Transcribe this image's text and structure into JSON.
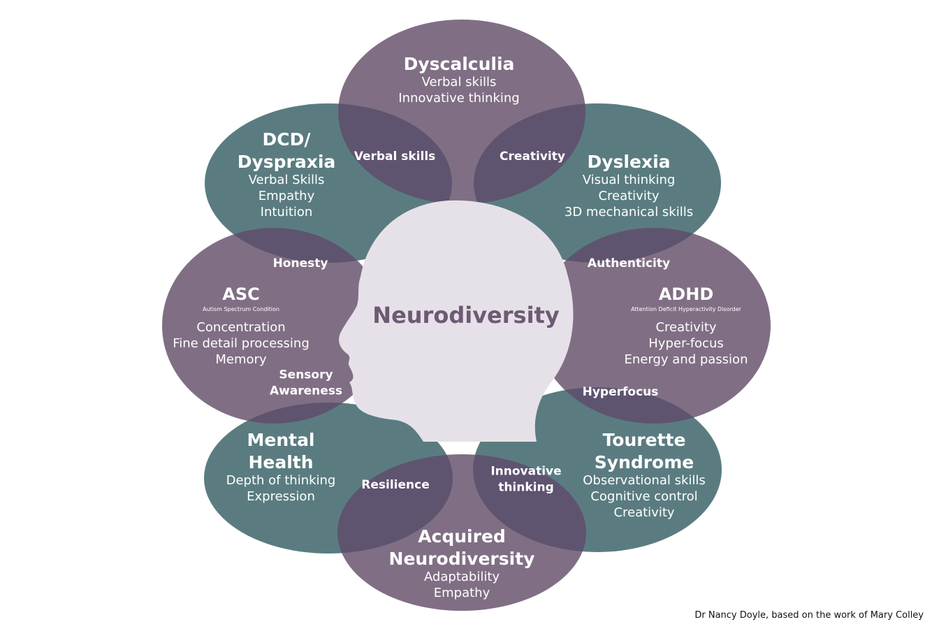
{
  "colors": {
    "purple": "#806f84",
    "teal": "#5a7c80",
    "overlap": "#5e5470",
    "head": "#e6e1e8",
    "center_text": "#6d5a73",
    "text": "#ffffff"
  },
  "center": {
    "title": "Neurodiversity",
    "icon": "head-silhouette-icon"
  },
  "petals": [
    {
      "key": "dyscalculia",
      "color": "purple",
      "title": [
        "Dyscalculia"
      ],
      "note": "",
      "strengths": [
        "Verbal skills",
        "Innovative thinking"
      ]
    },
    {
      "key": "dyslexia",
      "color": "teal",
      "title": [
        "Dyslexia"
      ],
      "note": "",
      "strengths": [
        "Visual thinking",
        "Creativity",
        "3D mechanical skills"
      ]
    },
    {
      "key": "adhd",
      "color": "purple",
      "title": [
        "ADHD"
      ],
      "note": "Attention Deficit Hyperactivity Disorder",
      "strengths": [
        "Creativity",
        "Hyper-focus",
        "Energy and passion"
      ]
    },
    {
      "key": "tourette",
      "color": "teal",
      "title": [
        "Tourette",
        "Syndrome"
      ],
      "note": "",
      "strengths": [
        "Observational skills",
        "Cognitive control",
        "Creativity"
      ]
    },
    {
      "key": "acquired",
      "color": "purple",
      "title": [
        "Acquired",
        "Neurodiversity"
      ],
      "note": "",
      "strengths": [
        "Adaptability",
        "Empathy"
      ]
    },
    {
      "key": "mental-health",
      "color": "teal",
      "title": [
        "Mental",
        "Health"
      ],
      "note": "",
      "strengths": [
        "Depth of thinking",
        "Expression"
      ]
    },
    {
      "key": "asc",
      "color": "purple",
      "title": [
        "ASC"
      ],
      "note": "Autism Spectrum Condition",
      "strengths": [
        "Concentration",
        "Fine detail processing",
        "Memory"
      ]
    },
    {
      "key": "dcd",
      "color": "teal",
      "title": [
        "DCD/",
        "Dyspraxia"
      ],
      "note": "",
      "strengths": [
        "Verbal Skills",
        "Empathy",
        "Intuition"
      ]
    }
  ],
  "overlaps": [
    {
      "key": "dyscalculia-dyslexia",
      "lines": [
        "Creativity"
      ]
    },
    {
      "key": "dyslexia-adhd",
      "lines": [
        "Authenticity"
      ]
    },
    {
      "key": "adhd-tourette",
      "lines": [
        "Hyperfocus"
      ]
    },
    {
      "key": "tourette-acquired",
      "lines": [
        "Innovative",
        "thinking"
      ]
    },
    {
      "key": "acquired-mental-health",
      "lines": [
        "Resilience"
      ]
    },
    {
      "key": "mental-health-asc",
      "lines": [
        "Sensory",
        "Awareness"
      ]
    },
    {
      "key": "asc-dcd",
      "lines": [
        "Honesty"
      ]
    },
    {
      "key": "dcd-dyscalculia",
      "lines": [
        "Verbal skills"
      ]
    }
  ],
  "credit": "Dr Nancy Doyle, based on the work of Mary Colley"
}
